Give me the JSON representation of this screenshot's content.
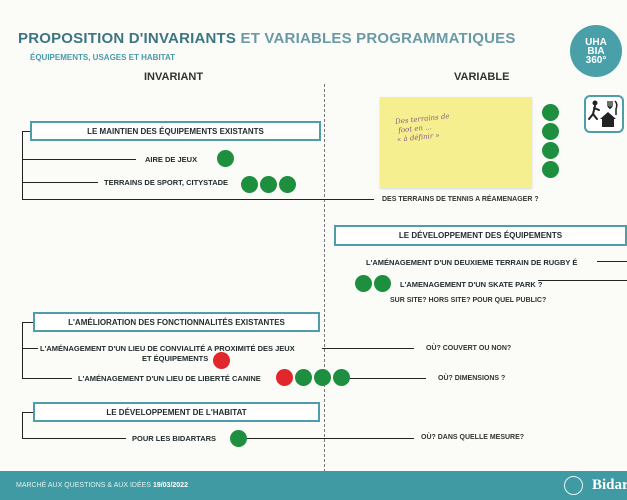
{
  "header": {
    "title_bold": "PROPOSITION D'INVARIANTS",
    "title_rest": "ET VARIABLES PROGRAMMATIQUES",
    "subtitle": "ÉQUIPEMENTS, USAGES ET HABITAT"
  },
  "columns": {
    "invariant": "INVARIANT",
    "variable": "VARIABLE"
  },
  "logo": {
    "line1": "UHA",
    "line2": "BIA",
    "line3": "360°"
  },
  "icons": [
    "sport-figure-icon",
    "fork-knife-icon",
    "house-icon"
  ],
  "sticky_note": {
    "text": "Des terrains de\n foot en ...\n« à définir »"
  },
  "sections": {
    "maintien": {
      "title": "LE MAINTIEN DES ÉQUIPEMENTS EXISTANTS",
      "items": [
        "AIRE DE JEUX",
        "TERRAINS DE SPORT, CITYSTADE"
      ],
      "question": "DES TERRAINS DE TENNIS A RÉAMENAGER ?"
    },
    "developpement_equipements": {
      "title": "LE DÉVELOPPEMENT DES ÉQUIPEMENTS",
      "item1": "L'AMÉNAGEMENT D'UN DEUXIEME TERRAIN DE RUGBY É",
      "item2": "L'AMENAGEMENT D'UN SKATE PARK ?",
      "question": "SUR SITE? HORS SITE? POUR QUEL PUBLIC?"
    },
    "amelioration": {
      "title": "L'AMÉLIORATION DES FONCTIONNALITÉS EXISTANTES",
      "item1_line1": "L'AMÉNAGEMENT D'UN LIEU DE CONVIALITÉ A PROXIMITÉ DES JEUX",
      "item1_line2": "ET ÉQUIPEMENTS",
      "item1_question": "OÙ? COUVERT OU NON?",
      "item2": "L'AMÉNAGEMENT D'UN LIEU DE LIBERTÉ CANINE",
      "item2_question": "OÙ? DIMENSIONS ?"
    },
    "habitat": {
      "title": "LE DÉVELOPPEMENT DE L'HABITAT",
      "item": "POUR LES BIDARTARS",
      "question": "OÙ? DANS QUELLE MESURE?"
    }
  },
  "votes": {
    "aire_de_jeux": {
      "green": 1,
      "red": 0
    },
    "terrains_sport": {
      "green": 3,
      "red": 0
    },
    "sticky_note": {
      "green": 4,
      "red": 0
    },
    "skate_park": {
      "green": 2,
      "red": 0
    },
    "convivialite": {
      "green": 0,
      "red": 1
    },
    "liberte_canine": {
      "green": 3,
      "red": 1
    },
    "bidartars": {
      "green": 1,
      "red": 0
    }
  },
  "colors": {
    "teal": "#4e9dab",
    "green_dot": "#1d8f3e",
    "red_dot": "#e0272b",
    "sticky": "#f6ef8f"
  },
  "footer": {
    "text": "MARCHÉ AUX QUESTIONS & AUX IDÉES",
    "date": "19/03/2022",
    "brand": "Bidar"
  }
}
